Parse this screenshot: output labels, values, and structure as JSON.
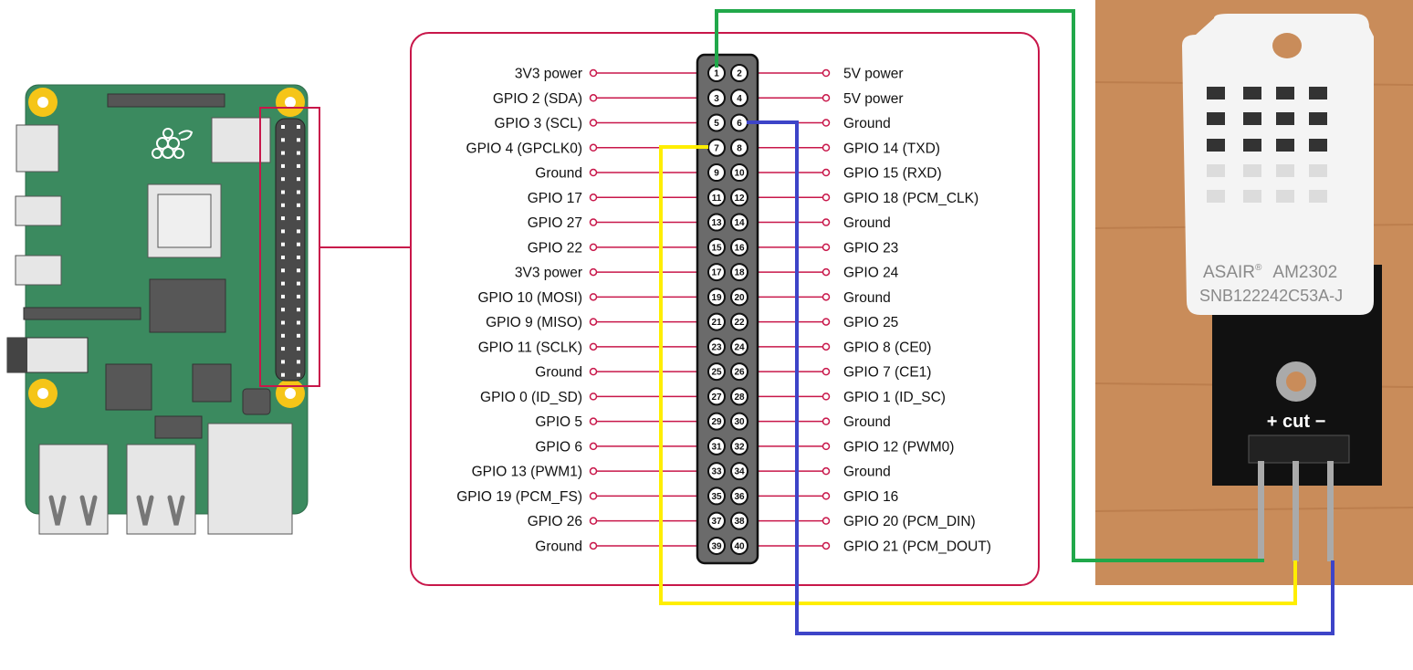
{
  "colors": {
    "panel_border": "#c8174a",
    "board_green": "#3b8a5f",
    "header_gray": "#5a5a5a",
    "wire_vcc": "#21a84a",
    "wire_data": "#ffee00",
    "wire_ground": "#3d44c8",
    "wood": "#c98c5a"
  },
  "header": {
    "left_labels": [
      "3V3 power",
      "GPIO 2 (SDA)",
      "GPIO 3 (SCL)",
      "GPIO 4 (GPCLK0)",
      "Ground",
      "GPIO 17",
      "GPIO 27",
      "GPIO 22",
      "3V3 power",
      "GPIO 10 (MOSI)",
      "GPIO 9 (MISO)",
      "GPIO 11 (SCLK)",
      "Ground",
      "GPIO 0 (ID_SD)",
      "GPIO 5",
      "GPIO 6",
      "GPIO 13 (PWM1)",
      "GPIO 19 (PCM_FS)",
      "GPIO 26",
      "Ground"
    ],
    "right_labels": [
      "5V power",
      "5V power",
      "Ground",
      "GPIO 14 (TXD)",
      "GPIO 15 (RXD)",
      "GPIO 18 (PCM_CLK)",
      "Ground",
      "GPIO 23",
      "GPIO 24",
      "Ground",
      "GPIO 25",
      "GPIO 8 (CE0)",
      "GPIO 7 (CE1)",
      "GPIO 1 (ID_SC)",
      "Ground",
      "GPIO 12 (PWM0)",
      "Ground",
      "GPIO 16",
      "GPIO 20 (PCM_DIN)",
      "GPIO 21 (PCM_DOUT)"
    ]
  },
  "sensor": {
    "brand": "ASAIR",
    "model": "AM2302",
    "serial": "SNB122242C53A-J",
    "pin_labels": [
      "+",
      "cut",
      "−"
    ]
  },
  "connections": [
    {
      "pin": 1,
      "sensor_pin": "+",
      "color": "green"
    },
    {
      "pin": 7,
      "sensor_pin": "cut",
      "color": "yellow"
    },
    {
      "pin": 6,
      "sensor_pin": "−",
      "color": "blue"
    }
  ]
}
